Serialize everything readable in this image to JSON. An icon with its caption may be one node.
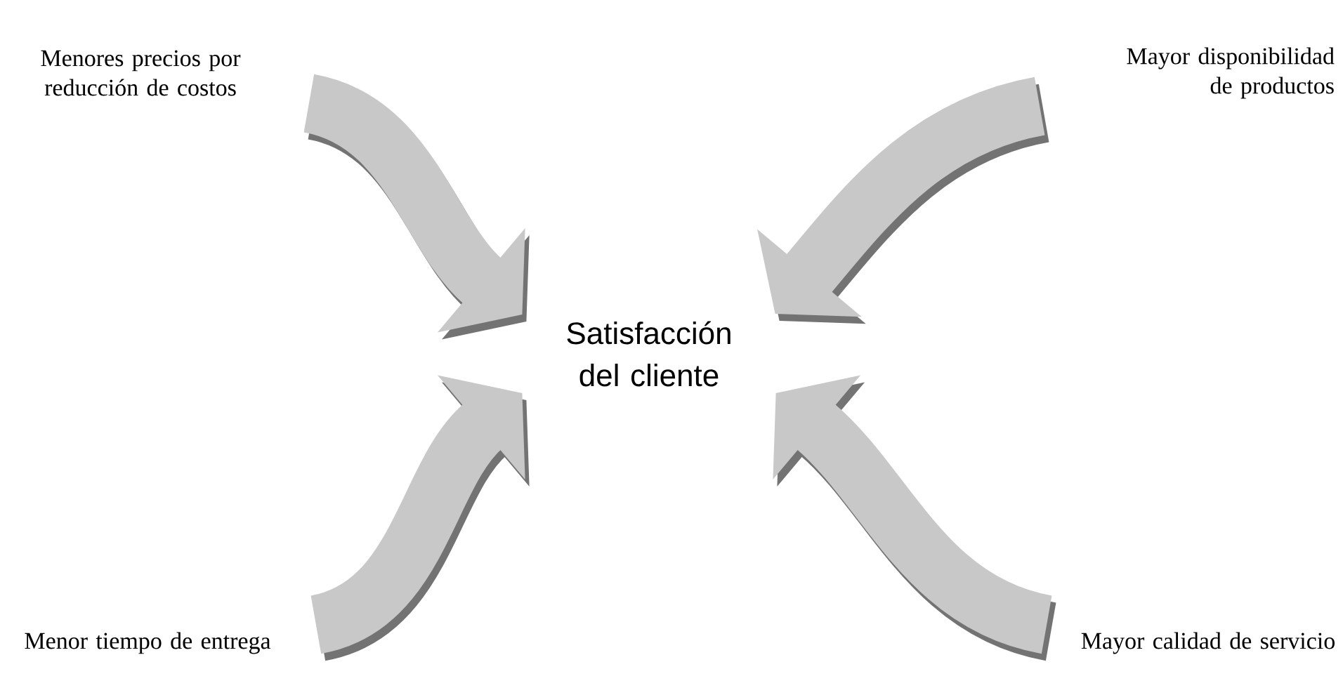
{
  "diagram": {
    "nodes": [
      {
        "text": [
          "Menores precios por reducción de costos"
        ]
      },
      {
        "text": [
          "Mayor disponibilidad de productos"
        ]
      },
      {
        "text": [
          "Menor tiempo de entrega"
        ]
      },
      {
        "text": [
          "Mayor calidad de servicio"
        ]
      },
      {
        "text": [
          "Satisfacción del cliente"
        ]
      }
    ],
    "edges": [
      {
        "from": 0,
        "to": 4,
        "arrow": "to"
      },
      {
        "from": 1,
        "to": 4,
        "arrow": "to"
      },
      {
        "from": 2,
        "to": 4,
        "arrow": "to"
      },
      {
        "from": 3,
        "to": 4,
        "arrow": "to"
      }
    ]
  }
}
